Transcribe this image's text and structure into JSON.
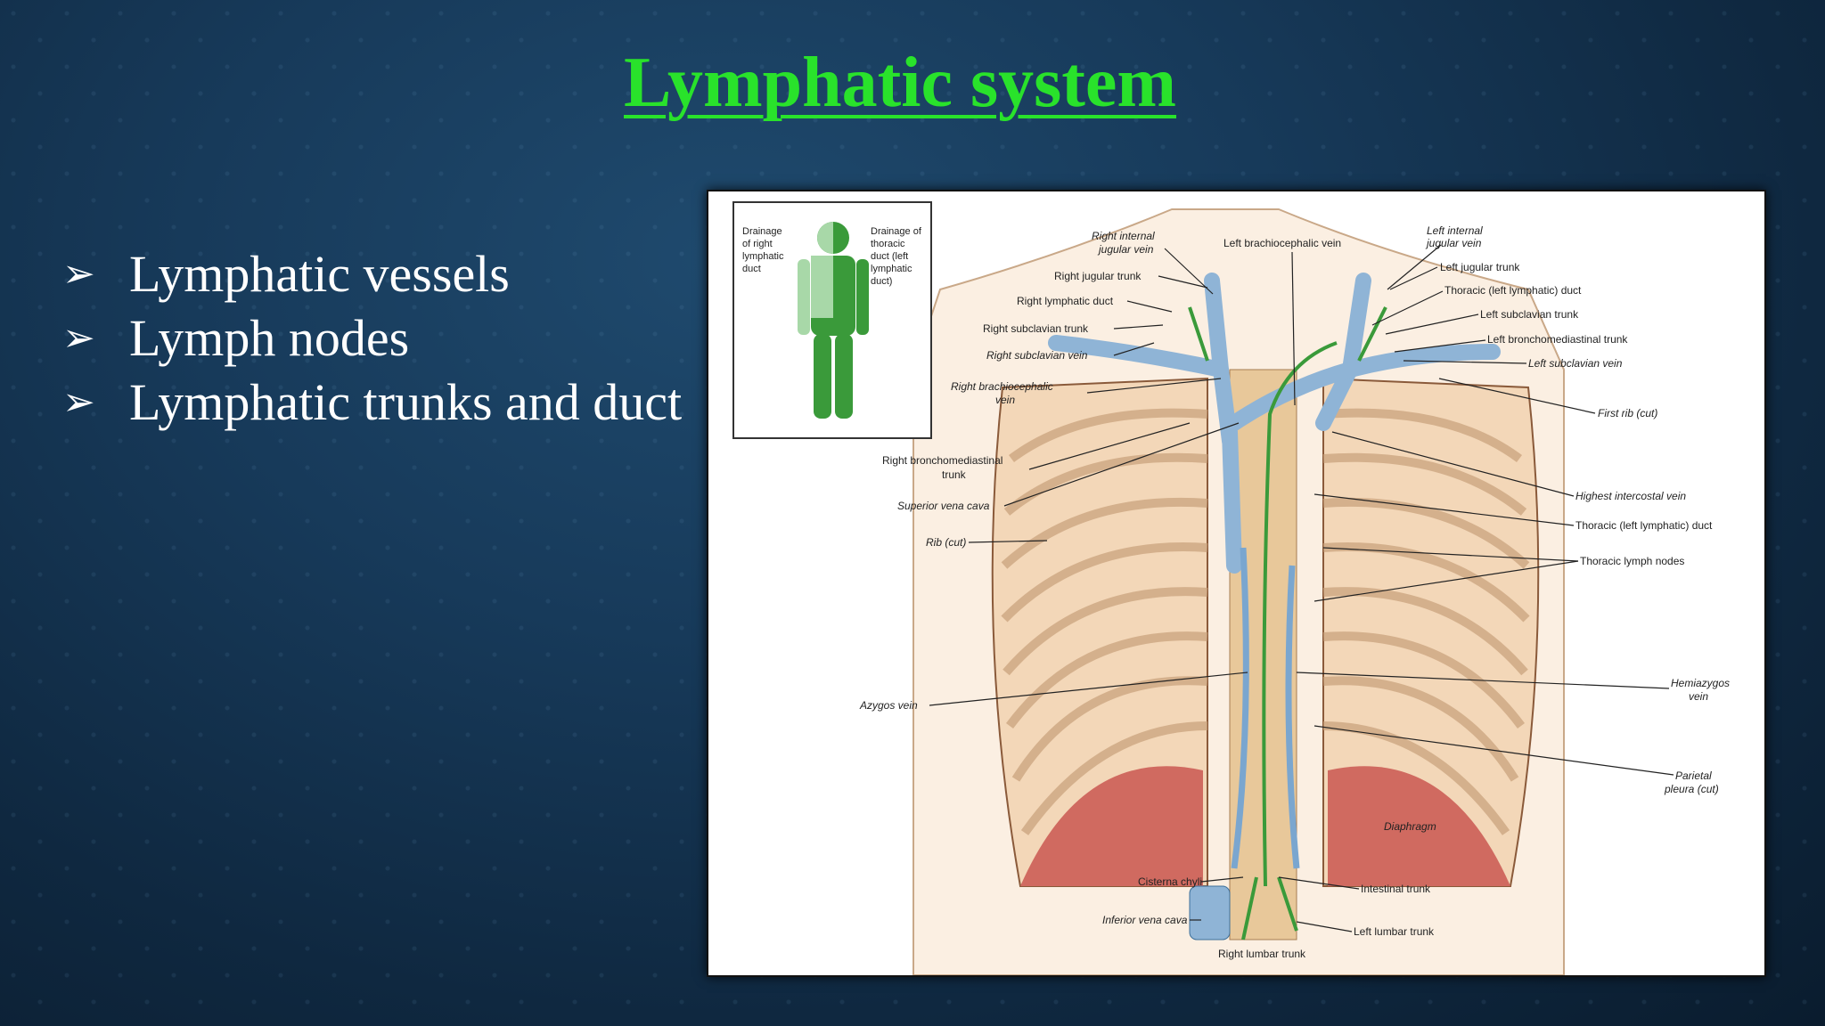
{
  "slide": {
    "title": "Lymphatic system",
    "bullets": [
      {
        "text": "Lymphatic vessels"
      },
      {
        "text": "Lymph nodes"
      },
      {
        "text": "Lymphatic trunks and duct"
      }
    ],
    "bullet_icon": "arrowhead-bullet-icon"
  },
  "figure": {
    "inset": {
      "right_label": [
        "Drainage",
        "of right",
        "lymphatic",
        "duct"
      ],
      "left_label": [
        "Drainage of",
        "thoracic",
        "duct (left",
        "lymphatic",
        "duct)"
      ]
    },
    "labels": {
      "right_internal_jugular_vein": [
        "Right internal",
        "jugular vein"
      ],
      "left_brachiocephalic_vein": "Left brachiocephalic vein",
      "left_internal_jugular_vein": [
        "Left internal",
        "jugular vein"
      ],
      "right_jugular_trunk": "Right jugular trunk",
      "left_jugular_trunk": "Left jugular trunk",
      "right_lymphatic_duct": "Right lymphatic duct",
      "thoracic_left_lymphatic_duct_top": "Thoracic (left lymphatic) duct",
      "left_subclavian_trunk": "Left subclavian trunk",
      "right_subclavian_trunk": "Right subclavian trunk",
      "left_bronchomediastinal_trunk": "Left bronchomediastinal trunk",
      "right_subclavian_vein": "Right subclavian vein",
      "left_subclavian_vein": "Left subclavian vein",
      "right_brachiocephalic_vein": [
        "Right brachiocephalic",
        "vein"
      ],
      "first_rib": "First rib (cut)",
      "right_bronchomediastinal_trunk": [
        "Right bronchomediastinal",
        "trunk"
      ],
      "highest_intercostal_vein": "Highest intercostal vein",
      "superior_vena_cava": "Superior vena cava",
      "thoracic_left_lymphatic_duct": "Thoracic (left lymphatic) duct",
      "rib_cut": "Rib (cut)",
      "thoracic_lymph_nodes": "Thoracic lymph nodes",
      "hemiazygos_vein": [
        "Hemiazygos",
        "vein"
      ],
      "azygos_vein": "Azygos vein",
      "parietal_pleura": [
        "Parietal",
        "pleura (cut)"
      ],
      "diaphragm": "Diaphragm",
      "cisterna_chyli": "Cisterna chyli",
      "intestinal_trunk": "Intestinal trunk",
      "inferior_vena_cava": "Inferior vena cava",
      "left_lumbar_trunk": "Left lumbar trunk",
      "right_lumbar_trunk": "Right lumbar trunk"
    },
    "colors": {
      "right_drainage": "#a8d8a8",
      "left_drainage": "#3a9a3a",
      "vein": "#8fb4d6",
      "lymph": "#3a9a3a",
      "rib": "#d9b98a",
      "diaphragm": "#c8504a"
    }
  }
}
